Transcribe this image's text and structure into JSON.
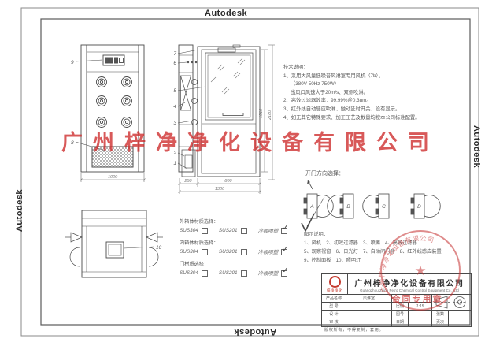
{
  "sheet": {
    "autodesk": "Autodesk"
  },
  "watermark": {
    "text": "广州梓净净化设备有限公司",
    "color": "#cd2a2a"
  },
  "tech_notes": {
    "title": "技术说明：",
    "lines": [
      "1、采用大风量低噪音风淋室专用风机（7b）、",
      "（380V 50Hz 750W）",
      "出风口风速大于20m/s、双侧吹淋。",
      "2、高效过滤器效率：99.99%＠0.3um。",
      "3、红外线自动感应吹淋、触动延时开关、设有显示。",
      "4、如无其它特殊要求、加工工艺及数量均按本公司标准配置。"
    ]
  },
  "door_direction": {
    "title": "开门方向选择：",
    "options": [
      "A",
      "B",
      "C",
      "D"
    ]
  },
  "legend": {
    "title": "图示说明：",
    "lines": [
      "1、风机　2、初效过滤器　3、喷嘴　4、高效过滤器",
      "5、观察视窗　6、日光灯　7、自动闭门器　8、红外线感应装置",
      "9、控制面板　10、照明灯"
    ]
  },
  "materials": {
    "rows": [
      {
        "label": "外箱体材质选择：",
        "opt1": "SUS304",
        "opt2": "SUS201",
        "opt3": "冷板喷塑"
      },
      {
        "label": "内箱体材质选择：",
        "opt1": "SUS304",
        "opt2": "SUS201",
        "opt3": "冷板喷塑"
      },
      {
        "label": "门材质选择：",
        "opt1": "SUS304",
        "opt2": "SUS201",
        "opt3": "冷板喷塑"
      }
    ]
  },
  "icons": {
    "checked": "✓"
  },
  "dimensions": {
    "front_width": "1000",
    "side_a": "250",
    "side_b": "800",
    "side_total": "1300",
    "height_inner": "1910",
    "height_outer": "2180"
  },
  "callouts": {
    "side": [
      "7",
      "6",
      "5",
      "4",
      "3",
      "2",
      "1"
    ],
    "front_panel": "9",
    "front_grille": "8",
    "top_light": "10"
  },
  "title_block": {
    "company_cn": "广州梓净净化设备有限公司",
    "company_en": "Guangzhou Zijing Petro Chemical Control Equipment Co., Ltd",
    "logo_text": "梓净净化",
    "product_label": "产品名称",
    "product_value": "风淋室",
    "model_label": "型  号",
    "design_label": "设  计",
    "audit_label": "审  核",
    "scale_label": "比例",
    "scale_value": "1:15",
    "fig_no_label": "图号",
    "date_label": "日期",
    "sheets_label": "张数",
    "page_label": "页次",
    "copyright": "版权所有，不得复制，套用。"
  },
  "stamp": {
    "arc_text": "广州梓净净化设备有限公司",
    "seal_text": "合同专用章",
    "star": "★",
    "color": "#c53030"
  },
  "colors": {
    "line": "#4a4a4a",
    "red": "#c53030"
  }
}
